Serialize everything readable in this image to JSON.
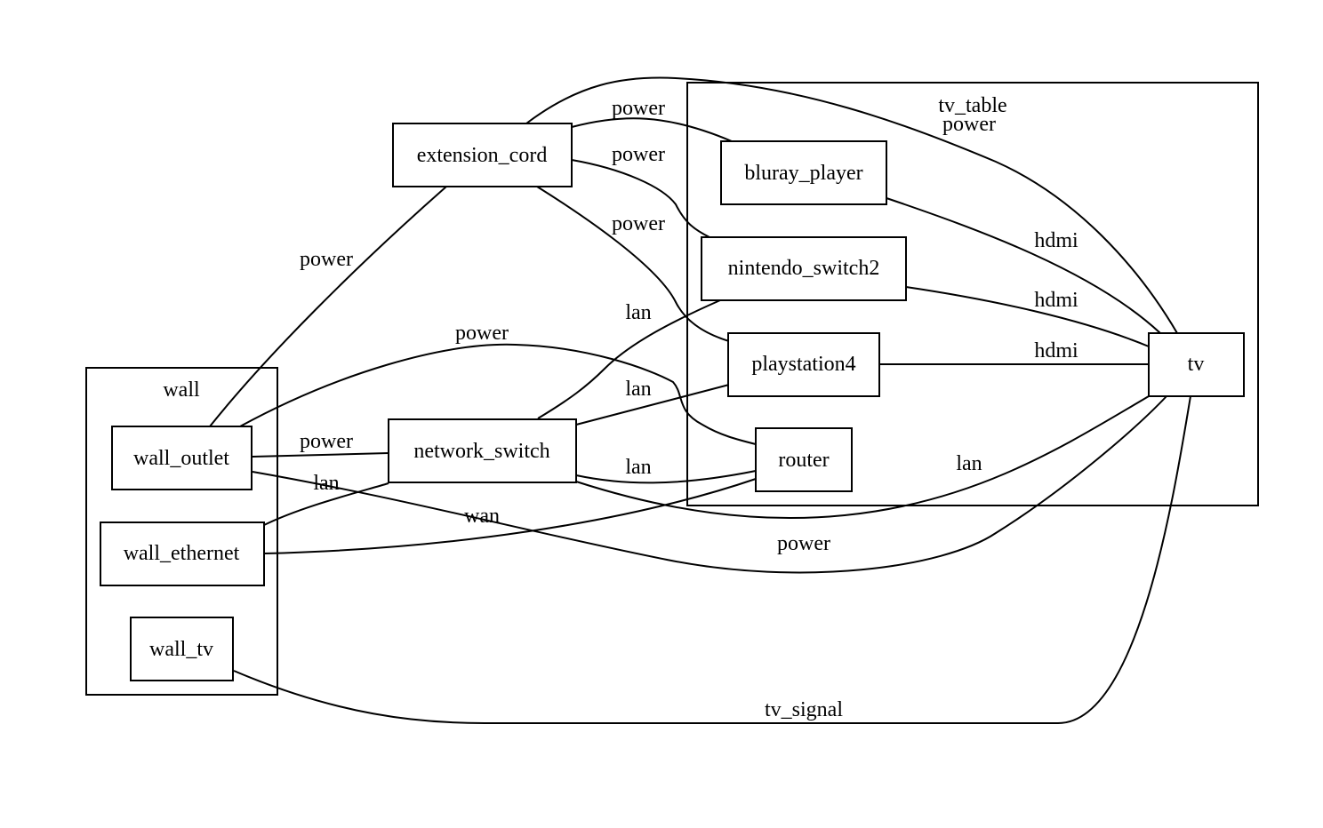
{
  "diagram": {
    "type": "graphviz-undirected",
    "clusters": [
      {
        "id": "wall",
        "label": "wall"
      },
      {
        "id": "tv_table",
        "label": "tv_table"
      }
    ],
    "nodes": [
      {
        "id": "extension_cord",
        "label": "extension_cord",
        "cluster": null
      },
      {
        "id": "network_switch",
        "label": "network_switch",
        "cluster": null
      },
      {
        "id": "wall_outlet",
        "label": "wall_outlet",
        "cluster": "wall"
      },
      {
        "id": "wall_ethernet",
        "label": "wall_ethernet",
        "cluster": "wall"
      },
      {
        "id": "wall_tv",
        "label": "wall_tv",
        "cluster": "wall"
      },
      {
        "id": "bluray_player",
        "label": "bluray_player",
        "cluster": "tv_table"
      },
      {
        "id": "nintendo_switch2",
        "label": "nintendo_switch2",
        "cluster": "tv_table"
      },
      {
        "id": "playstation4",
        "label": "playstation4",
        "cluster": "tv_table"
      },
      {
        "id": "router",
        "label": "router",
        "cluster": "tv_table"
      },
      {
        "id": "tv",
        "label": "tv",
        "cluster": "tv_table"
      }
    ],
    "edges": [
      {
        "id": "e1",
        "from": "wall_outlet",
        "to": "extension_cord",
        "label": "power"
      },
      {
        "id": "e2",
        "from": "extension_cord",
        "to": "bluray_player",
        "label": "power"
      },
      {
        "id": "e3",
        "from": "extension_cord",
        "to": "nintendo_switch2",
        "label": "power"
      },
      {
        "id": "e4",
        "from": "extension_cord",
        "to": "playstation4",
        "label": "power"
      },
      {
        "id": "e5",
        "from": "extension_cord",
        "to": "tv",
        "label": "power"
      },
      {
        "id": "e6",
        "from": "wall_outlet",
        "to": "router",
        "label": "power"
      },
      {
        "id": "e7",
        "from": "wall_outlet",
        "to": "network_switch",
        "label": "power"
      },
      {
        "id": "e8",
        "from": "wall_outlet",
        "to": "tv",
        "label": "power"
      },
      {
        "id": "e9",
        "from": "wall_ethernet",
        "to": "network_switch",
        "label": "lan"
      },
      {
        "id": "e10",
        "from": "wall_ethernet",
        "to": "router",
        "label": "wan"
      },
      {
        "id": "e11",
        "from": "network_switch",
        "to": "nintendo_switch2",
        "label": "lan"
      },
      {
        "id": "e12",
        "from": "network_switch",
        "to": "playstation4",
        "label": "lan"
      },
      {
        "id": "e13",
        "from": "network_switch",
        "to": "router",
        "label": "lan"
      },
      {
        "id": "e14",
        "from": "network_switch",
        "to": "tv",
        "label": "lan"
      },
      {
        "id": "e15",
        "from": "bluray_player",
        "to": "tv",
        "label": "hdmi"
      },
      {
        "id": "e16",
        "from": "nintendo_switch2",
        "to": "tv",
        "label": "hdmi"
      },
      {
        "id": "e17",
        "from": "playstation4",
        "to": "tv",
        "label": "hdmi"
      },
      {
        "id": "e18",
        "from": "wall_tv",
        "to": "tv",
        "label": "tv_signal"
      }
    ]
  }
}
